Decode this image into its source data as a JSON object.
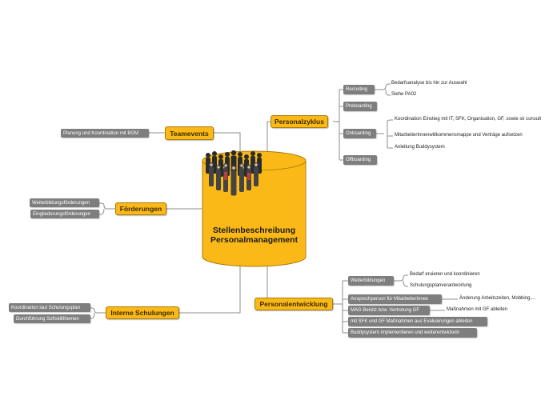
{
  "center": {
    "title_line1": "Stellenbeschreibung",
    "title_line2": "Personalmanagement"
  },
  "colors": {
    "topic": "#fbb917",
    "topic_border": "#a87a08",
    "subtopic": "#7e7e7e",
    "line": "#8c8c8c"
  },
  "branches": {
    "teamevents": {
      "label": "Teamevents",
      "children": {
        "planung": "Planung und Koordination mit BGM"
      }
    },
    "foerderungen": {
      "label": "Förderungen",
      "children": {
        "weiterbildung": "Weiterbildungsförderungen",
        "eingliederung": "Eingliederungsförderungen"
      }
    },
    "interne": {
      "label": "Interne Schulungen",
      "children": {
        "koordination": "Koordination laut Schulungsplan",
        "durchfuehrung": "Durchführung Softskillthemen"
      }
    },
    "zyklus": {
      "label": "Personalzyklus",
      "recruiting": {
        "label": "Recruiting",
        "leaf1": "Bedarfsanalyse bis hin zur Auswahl",
        "leaf2": "Siehe PA02"
      },
      "preboarding": {
        "label": "Preboarding"
      },
      "onboarding": {
        "label": "Onboarding",
        "leaf1": "Koordination Einstieg mit IT, SFK, Organisation, GF, sowie sk consult",
        "leaf2": "MitarbeiterInnenwillkommensmappe und Verträge aufsetzen",
        "leaf3": "Anleitung Buddysystem"
      },
      "offboarding": {
        "label": "Offboarding"
      }
    },
    "entwicklung": {
      "label": "Personalentwicklung",
      "weiterbildungen": {
        "label": "Weiterbildungen",
        "leaf1": "Bedarf eruieren und koordinieren",
        "leaf2": "Schulungsplanverantwortung"
      },
      "ansprech": {
        "label": "Ansprechperson für MitarbeiterInnen",
        "leaf1": "Änderung Arbeitszeiten, Mobbing,..."
      },
      "mag": {
        "label": "MAG Beisitz bzw. Vertretung GF",
        "leaf1": "Maßnahmen mit GF ableiten"
      },
      "sfk": {
        "label": "mit SFK und GF Maßnahmen aus Evaluierungen ableiten"
      },
      "buddy": {
        "label": "Buddysystem implementieren und weiterentwickeln"
      }
    }
  }
}
